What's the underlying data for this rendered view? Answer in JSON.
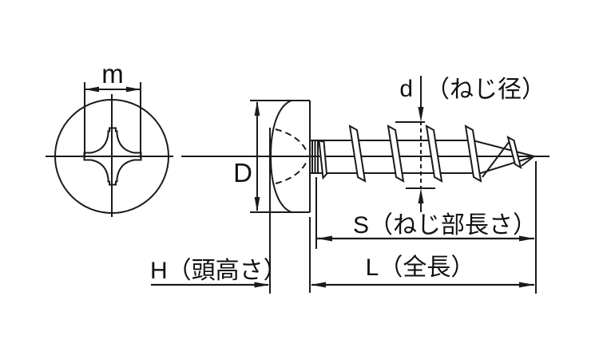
{
  "page": {
    "background": "#ffffff",
    "line_color": "#1a1a1a"
  },
  "labels": {
    "recess_width": "m",
    "head_diameter": "D",
    "thread_diameter_symbol": "d",
    "thread_diameter_note": "（ねじ径）",
    "thread_length": "S（ねじ部長さ）",
    "overall_length": "L（全長）",
    "head_height": "H（頭高さ）"
  }
}
